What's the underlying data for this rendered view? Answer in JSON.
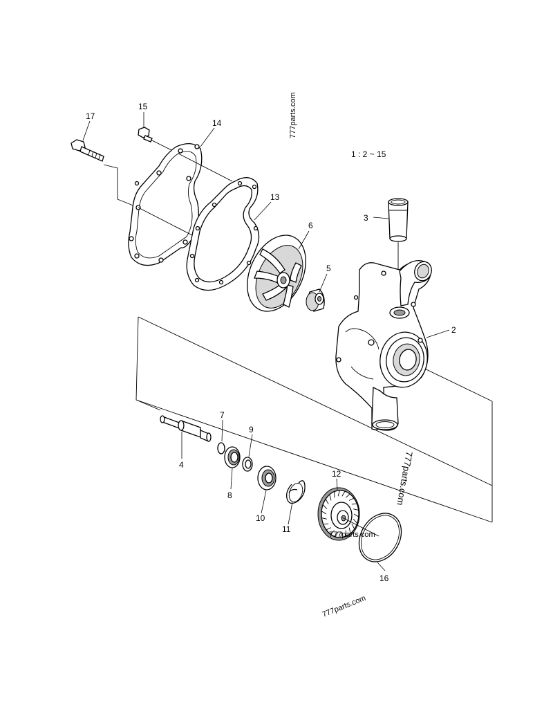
{
  "scale_note": "1 : 2 ~ 15",
  "watermarks": [
    "777parts.com",
    "777parts.com",
    "777parts.com",
    "777parts.com"
  ],
  "callouts": {
    "c2": "2",
    "c3": "3",
    "c4": "4",
    "c5": "5",
    "c6": "6",
    "c7": "7",
    "c8": "8",
    "c9": "9",
    "c10": "10",
    "c11": "11",
    "c12": "12",
    "c13": "13",
    "c14": "14",
    "c15": "15",
    "c16": "16",
    "c17": "17"
  }
}
